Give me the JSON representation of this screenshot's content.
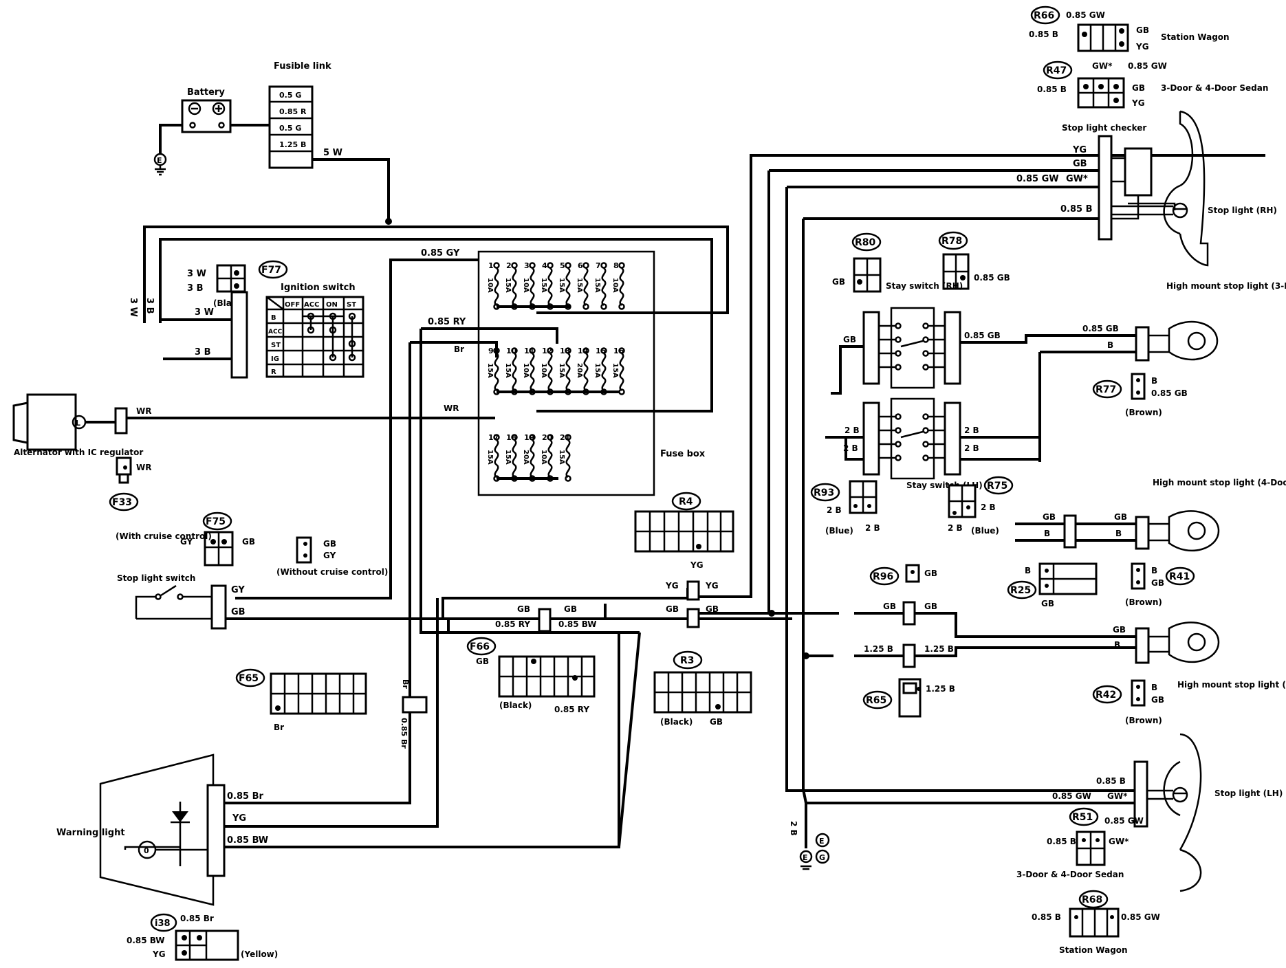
{
  "components": {
    "battery": "Battery",
    "fusible_link": "Fusible link",
    "fusible_link_values": [
      "0.5 G",
      "0.85 R",
      "0.5 G",
      "1.25 B"
    ],
    "ignition_switch": "Ignition switch",
    "ignition_cols": [
      "OFF",
      "ACC",
      "ON",
      "ST"
    ],
    "ignition_rows": [
      "B",
      "ACC",
      "ST",
      "IG",
      "R"
    ],
    "alternator": "Alternator with IC regulator",
    "fuse_box": "Fuse box",
    "fuse_numbers": [
      "1",
      "2",
      "3",
      "4",
      "5",
      "6",
      "7",
      "8",
      "9",
      "10",
      "11",
      "12",
      "13",
      "14",
      "15",
      "16",
      "17",
      "18",
      "19",
      "20",
      "21"
    ],
    "fuse_ratings_top": [
      "10A",
      "15A",
      "10A",
      "15A",
      "15A",
      "15A",
      "15A"
    ],
    "fuse_ratings_mid": [
      "15A",
      "15A",
      "10A",
      "10A",
      "15A",
      "20A"
    ],
    "fuse_ratings_bot": [
      "15A",
      "15A",
      "20A",
      "10A"
    ],
    "stop_light_switch": "Stop light switch",
    "with_cruise": "(With cruise control)",
    "without_cruise": "(Without cruise control)",
    "warning_light": "Warning light",
    "stop_light_checker": "Stop light checker",
    "stop_light_rh": "Stop light (RH)",
    "stop_light_lh": "Stop light (LH)",
    "stay_switch_rh": "Stay switch (RH)",
    "stay_switch_lh": "Stay switch (LH)",
    "high_mount_3door": "High mount stop light (3-Door)",
    "high_mount_4door": "High mount stop light (4-Door Sedan)",
    "high_mount_wagon": "High mount stop light (Station Wagon)",
    "station_wagon": "Station Wagon",
    "sedan_3_4_door": "3-Door & 4-Door Sedan"
  },
  "connectors": {
    "F77": "F77",
    "F33": "F33",
    "F75": "F75",
    "F65": "F65",
    "F66": "F66",
    "R4": "R4",
    "R3": "R3",
    "I38": "i38",
    "R66": "R66",
    "R47": "R47",
    "R80": "R80",
    "R78": "R78",
    "R77": "R77",
    "R93": "R93",
    "R75": "R75",
    "R96": "R96",
    "R25": "R25",
    "R41": "R41",
    "R65": "R65",
    "R42": "R42",
    "R51": "R51",
    "R68": "R68"
  },
  "connector_notes": {
    "black": "(Black)",
    "blue": "(Blue)",
    "brown": "(Brown)",
    "yellow": "(Yellow)"
  },
  "wires": {
    "w5": "5 W",
    "w3": "3 W",
    "b3": "3 B",
    "gy085": "0.85 GY",
    "ry085": "0.85 RY",
    "br": "Br",
    "wr": "WR",
    "gy": "GY",
    "gb": "GB",
    "yg": "YG",
    "bw085": "0.85 BW",
    "br085": "0.85 Br",
    "gb085": "0.85 GB",
    "b": "B",
    "b2": "2 B",
    "b085": "0.85 B",
    "gw085": "0.85 GW",
    "gw_star": "GW*",
    "b125": "1.25 B",
    "gw": "GW",
    "ground_e": "E",
    "ground_g": "G"
  }
}
